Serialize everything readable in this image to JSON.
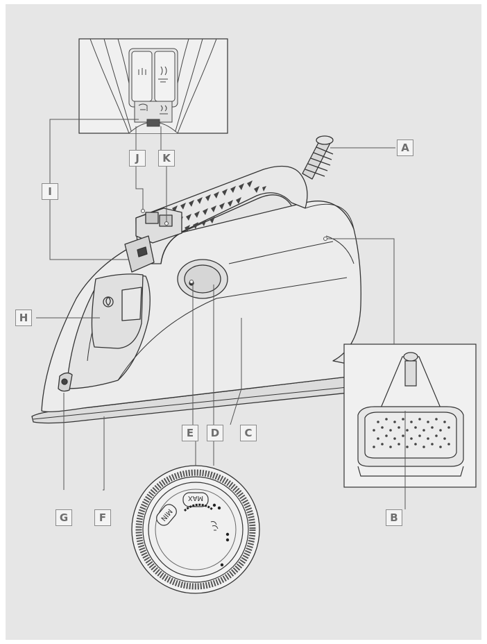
{
  "diagram": {
    "labels": {
      "A": "A",
      "B": "B",
      "C": "C",
      "D": "D",
      "E": "E",
      "F": "F",
      "G": "G",
      "H": "H",
      "I": "I",
      "J": "J",
      "K": "K"
    },
    "dial": {
      "min_text": "MIN",
      "max_text": "MAX"
    }
  },
  "colors": {
    "background": "#e6e6e6",
    "line": "#3a3a3a",
    "label_text": "#6e6e6e"
  }
}
